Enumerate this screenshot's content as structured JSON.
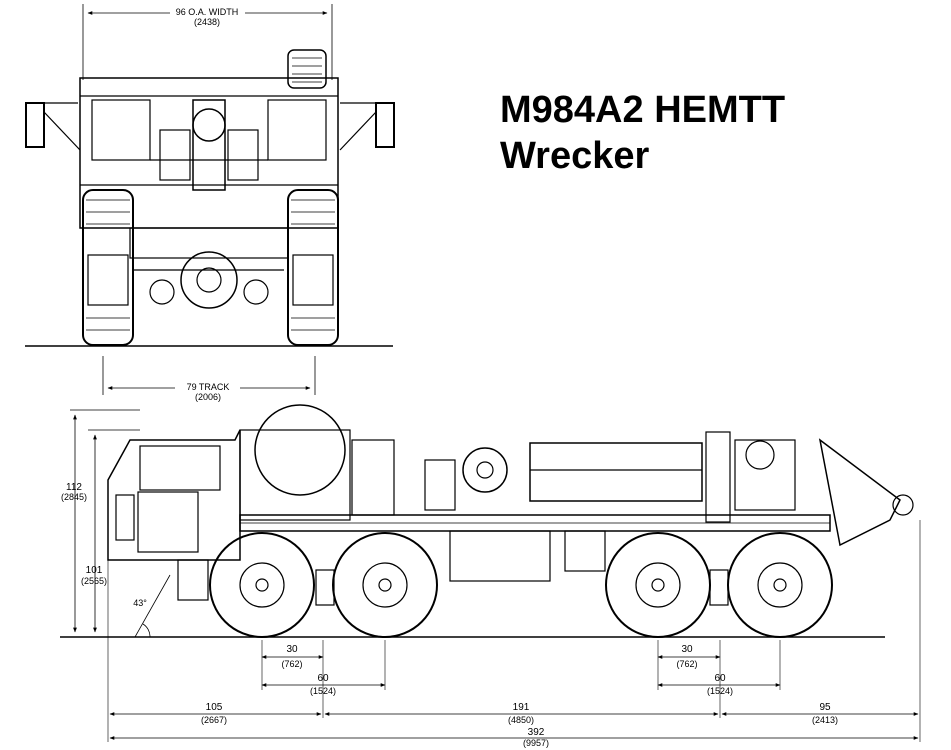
{
  "title": {
    "line1": "M984A2 HEMTT",
    "line2": "Wrecker"
  },
  "dimensions": {
    "overall_width": {
      "label": "96 O.A. WIDTH",
      "metric": "(2438)"
    },
    "track": {
      "label": "79 TRACK",
      "metric": "(2006)"
    },
    "overall_height": {
      "label": "112",
      "metric": "(2845)"
    },
    "cab_height": {
      "label": "101",
      "metric": "(2565)"
    },
    "approach_angle": {
      "label": "43°"
    },
    "front_axle_spacing_1": {
      "label": "30",
      "metric": "(762)"
    },
    "front_axle_spacing_2": {
      "label": "60",
      "metric": "(1524)"
    },
    "rear_axle_spacing_1": {
      "label": "30",
      "metric": "(762)"
    },
    "rear_axle_spacing_2": {
      "label": "60",
      "metric": "(1524)"
    },
    "front_overhang": {
      "label": "105",
      "metric": "(2667)"
    },
    "wheelbase": {
      "label": "191",
      "metric": "(4850)"
    },
    "rear_overhang": {
      "label": "95",
      "metric": "(2413)"
    },
    "overall_length": {
      "label": "392",
      "metric": "(9957)"
    }
  }
}
